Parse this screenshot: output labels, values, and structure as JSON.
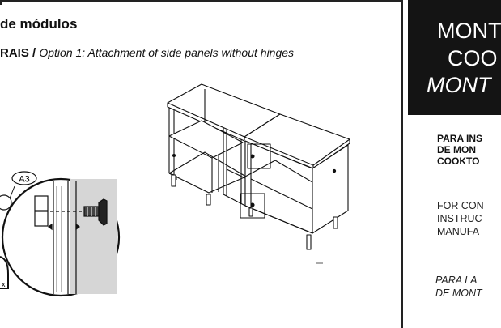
{
  "header": {
    "title": "de módulos",
    "option_pt": "RAIS /",
    "option_en": "Option 1: Attachment of side panels without hinges"
  },
  "figure": {
    "callout": "A3",
    "corner_mark": "x"
  },
  "sidebar": {
    "title_lines": [
      "MONT",
      "COO",
      "MONT"
    ],
    "pt_lines": [
      "PARA INS",
      "DE MON",
      "COOKTO"
    ],
    "en_lines": [
      "FOR CON",
      "INSTRUC",
      "MANUFA"
    ],
    "es_lines": [
      "PARA LA",
      "DE MONT"
    ]
  },
  "colors": {
    "title_background": "#141414",
    "ink": "#111111",
    "panel_fill": "#d6d6d6"
  }
}
